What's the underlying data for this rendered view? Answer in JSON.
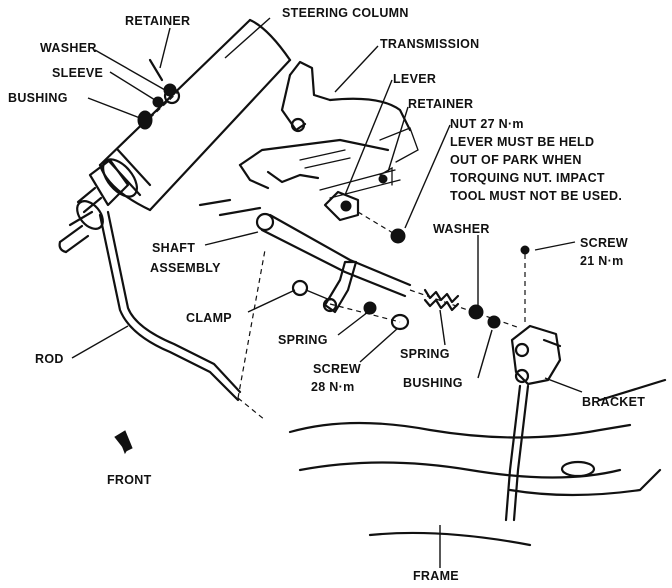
{
  "labels": {
    "retainer_top": "RETAINER",
    "steering_column": "STEERING COLUMN",
    "washer_left": "WASHER",
    "transmission": "TRANSMISSION",
    "sleeve": "SLEEVE",
    "lever": "LEVER",
    "bushing_left": "BUSHING",
    "retainer_right": "RETAINER",
    "nut_line1": "NUT  27 N·m",
    "nut_line2": "LEVER MUST BE HELD",
    "nut_line3": "OUT OF PARK WHEN",
    "nut_line4": "TORQUING NUT. IMPACT",
    "nut_line5": "TOOL MUST NOT BE USED.",
    "washer_right": "WASHER",
    "screw_right_1": "SCREW",
    "screw_right_2": "21 N·m",
    "shaft_1": "SHAFT",
    "shaft_2": "ASSEMBLY",
    "clamp": "CLAMP",
    "spring_left": "SPRING",
    "spring_right": "SPRING",
    "screw_mid_1": "SCREW",
    "screw_mid_2": "28 N·m",
    "rod": "ROD",
    "bushing_right": "BUSHING",
    "bracket": "BRACKET",
    "front": "FRONT",
    "frame": "FRAME"
  },
  "icons": {
    "front_arrow": "front-direction-arrow-icon"
  }
}
